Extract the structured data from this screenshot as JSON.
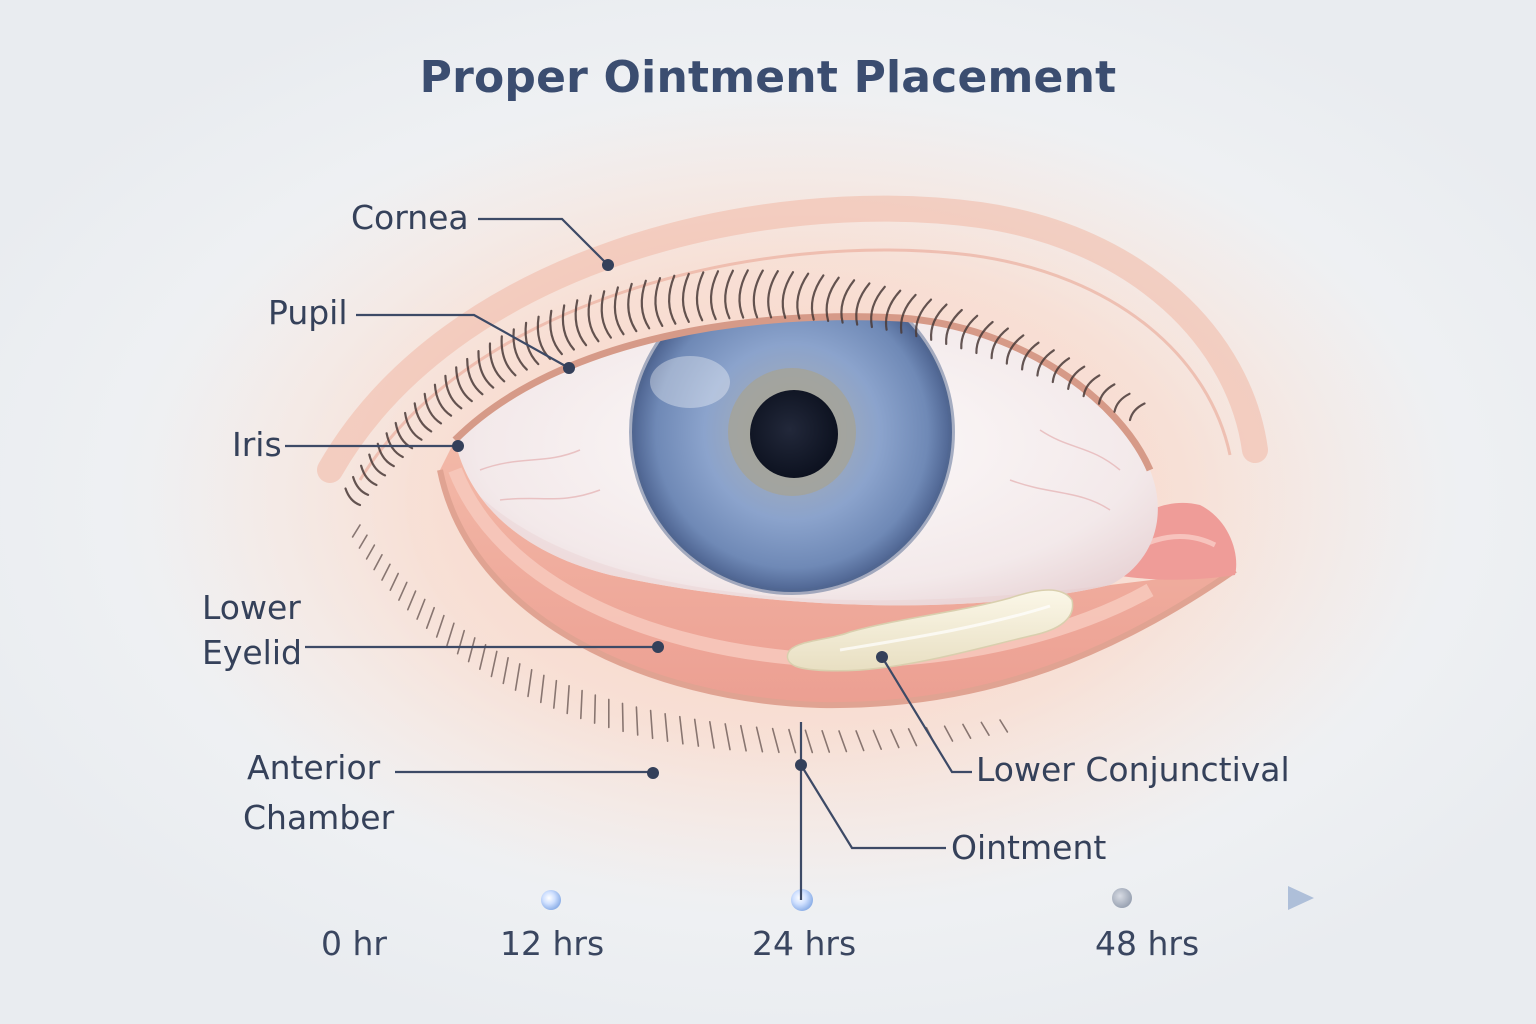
{
  "title": "Proper Ointment Placement",
  "labels": {
    "cornea": "Cornea",
    "pupil": "Pupil",
    "iris": "Iris",
    "lower_eyelid_line1": "Lower",
    "lower_eyelid_line2": "Eyelid",
    "anterior_chamber_line1": "Anterior",
    "anterior_chamber_line2": "Chamber",
    "lower_conjunctival": "Lower Conjunctival",
    "ointment": "Ointment"
  },
  "timeline": {
    "ticks": [
      "0 hr",
      "12 hrs",
      "24 hrs",
      "48 hrs"
    ]
  },
  "colors": {
    "title": "#3b4d70",
    "leader_line": "#3d4a66",
    "iris": "#7d96bf",
    "ointment": "#f3ecd6",
    "timeline": "#a9c3e6"
  }
}
